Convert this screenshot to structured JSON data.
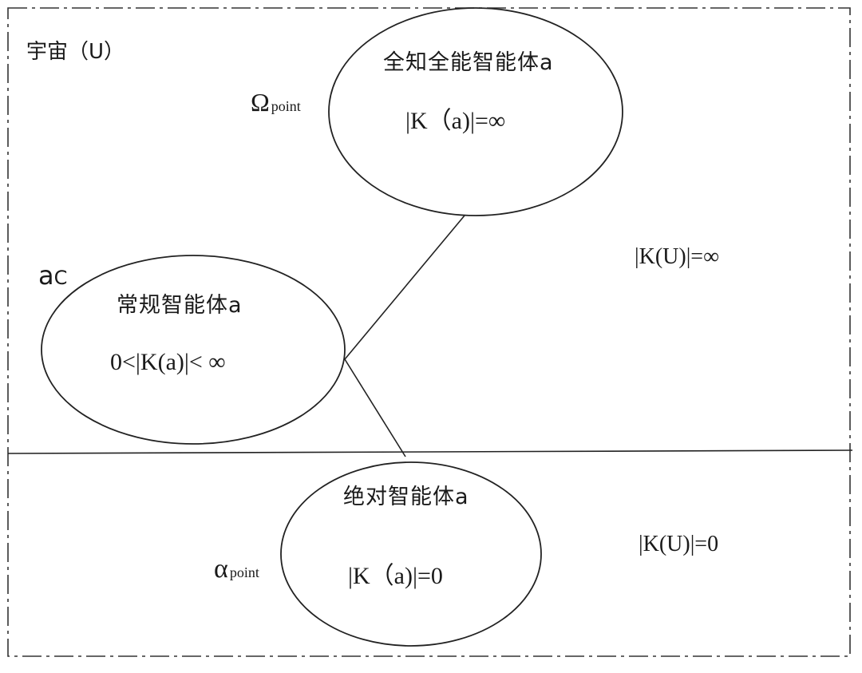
{
  "universe": {
    "label": "宇宙（U）"
  },
  "top_region": {
    "formula": "|K(U)|=∞"
  },
  "bottom_region": {
    "formula": "|K(U)|=0"
  },
  "nodes": {
    "omniscient": {
      "title": "全知全能智能体a",
      "formula": "|K（a)|=∞",
      "point_symbol": "Ω",
      "point_sub": "point"
    },
    "conventional": {
      "title": "常规智能体a",
      "formula": "0<|K(a)|< ∞",
      "point_symbol": "a",
      "point_sub": "C"
    },
    "absolute": {
      "title": "绝对智能体a",
      "formula": "|K（a)|=0",
      "point_symbol": "α",
      "point_sub": "point"
    }
  }
}
